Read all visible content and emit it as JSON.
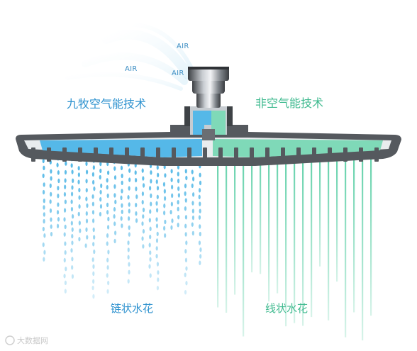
{
  "labels": {
    "air_1": "AIR",
    "air_2": "AIR",
    "air_3": "AIR",
    "left_tech": "九牧空气能技术",
    "right_tech": "非空气能技术",
    "left_flow": "链状水花",
    "right_flow": "线状水花"
  },
  "watermark": "大数据网",
  "colors": {
    "left_water": "#4fb6e6",
    "right_water": "#5fd0a8",
    "left_text": "#2e92cf",
    "right_text": "#3fba8f",
    "body": "#5a5e63"
  }
}
